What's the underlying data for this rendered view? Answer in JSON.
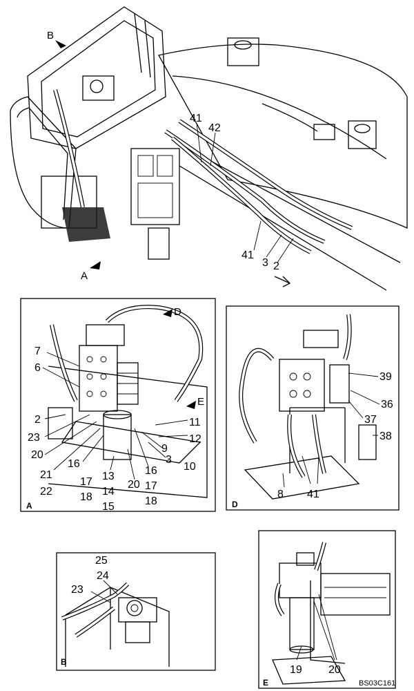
{
  "figure_code": "BS03C161",
  "main_view": {
    "view_markers": [
      "A",
      "B"
    ],
    "callouts": [
      "41",
      "42",
      "41",
      "3",
      "2"
    ]
  },
  "detail_a": {
    "panel_letter": "A",
    "view_markers": [
      "D",
      "E"
    ],
    "callouts": [
      "7",
      "6",
      "2",
      "23",
      "20",
      "16",
      "21",
      "22",
      "17",
      "18",
      "13",
      "14",
      "15",
      "20",
      "16",
      "17",
      "18",
      "11",
      "12",
      "9",
      "3",
      "10"
    ]
  },
  "detail_d": {
    "panel_letter": "D",
    "callouts": [
      "39",
      "36",
      "37",
      "38",
      "8",
      "41"
    ]
  },
  "detail_b": {
    "panel_letter": "B",
    "callouts": [
      "25",
      "24",
      "23"
    ]
  },
  "detail_e": {
    "panel_letter": "E",
    "callouts": [
      "19",
      "20"
    ]
  }
}
